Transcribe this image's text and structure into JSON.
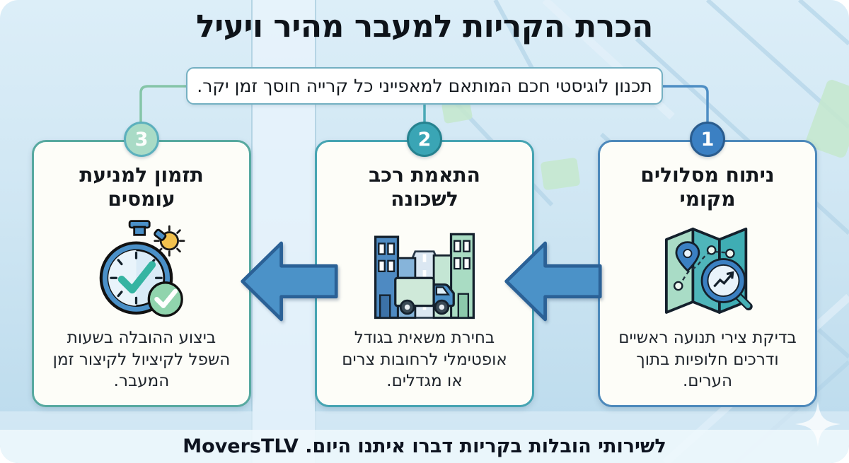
{
  "infographic": {
    "title": "הכרת הקריות למעבר מהיר ויעיל",
    "subtitle": "תכנון לוגיסטי חכם המותאם למאפייני כל קרייה חוסך זמן יקר.",
    "footer": "לשירותי הובלות בקריות דברו איתנו היום. MoversTLV",
    "brand": "MoversTLV",
    "flow_direction": "right-to-left"
  },
  "steps": [
    {
      "number": "1",
      "title": "ניתוח מסלולים מקומי",
      "body": "בדיקת צירי תנועה ראשיים ודרכים חלופיות בתוך הערים.",
      "icon": "map-route-magnifier-icon",
      "badge_color": "#3b80c3",
      "card_border_color": "#4d89bb"
    },
    {
      "number": "2",
      "title": "התאמת רכב לשכונה",
      "body": "בחירת משאית בגודל אופטימלי לרחובות צרים או מגדלים.",
      "icon": "street-truck-icon",
      "badge_color": "#3aa5b5",
      "card_border_color": "#46a4b2"
    },
    {
      "number": "3",
      "title": "תזמון למניעת עומסים",
      "body": "ביצוע ההובלה בשעות השפל לקיציול לקיצור זמן המעבר.",
      "icon": "stopwatch-checkmark-icon",
      "badge_color": "#a9dbc6",
      "card_border_color": "#57a9a0"
    }
  ],
  "colors": {
    "background": "#cfe6f3",
    "card_background": "#fdfdf8",
    "arrow_fill": "#4b92c8",
    "arrow_border": "#2b6196",
    "subtitle_border": "#74b0c2"
  }
}
